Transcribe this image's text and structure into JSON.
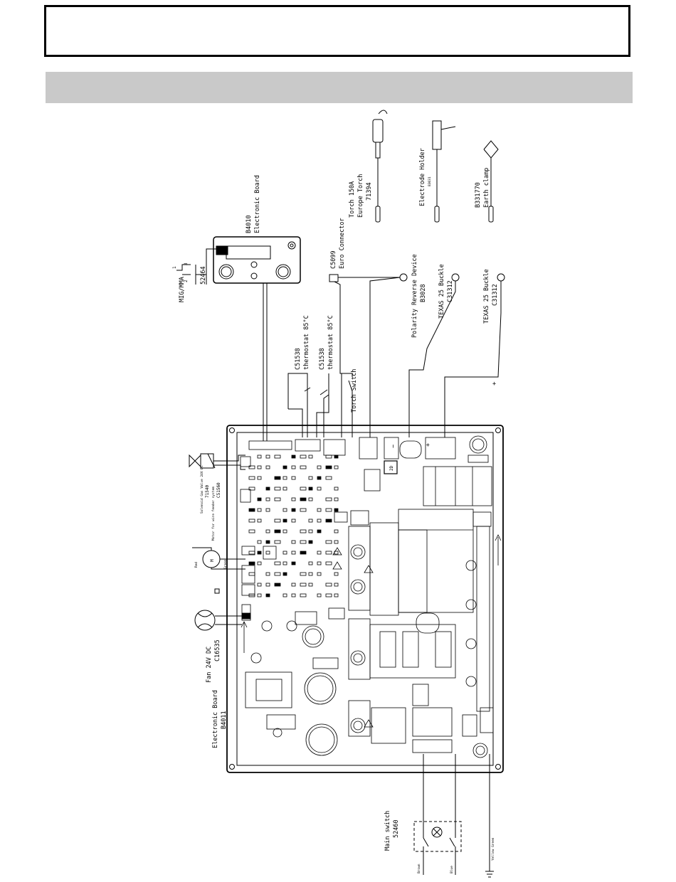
{
  "header": {
    "title": "",
    "section": ""
  },
  "labels": {
    "mig_mma": "MIG/MMA",
    "sw_1": "1",
    "sw_2": "2",
    "sw_3": "3",
    "sw_code": "52464",
    "board_top_code": "B4010",
    "board_top_name": "Electronic Board",
    "euro_code": "C5099",
    "euro_name": "Euro Connector",
    "torch_line1": "Torch 150A",
    "torch_line2": "Europe Torch",
    "torch_code": "71394",
    "electrode_name": "Electrode Holder",
    "electrode_code": "B3031",
    "earth_code": "B331770",
    "earth_name": "Earth clamp",
    "polarity_name": "Polarity Reverse Device",
    "polarity_code": "B3028",
    "texas1_name": "TEXAS 25 Buckle",
    "texas1_code": "C31312",
    "texas2_name": "TEXAS 25 Buckle",
    "texas2_code": "C31312",
    "thermo1_code": "C51538",
    "thermo1_name": "thermostat 85°C",
    "thermo2_code": "C51538",
    "thermo2_name": "thermostat 85°C",
    "torch_switch": "Torch Switch",
    "plus_sign": "+",
    "minus_sign": "−",
    "valve_line1": "Solenoid Gas Valve 24V DC",
    "valve_code": "71540",
    "motor_line1": "Motor for wire feeder system",
    "motor_code": "C51560",
    "wire_red": "Red",
    "wire_green": "Green",
    "fan_name": "Fan 24V DC",
    "fan_code": "C16535",
    "board_main_name": "Electronic Board",
    "board_main_code": "B4011",
    "main_switch_name": "Main switch",
    "main_switch_code": "52460",
    "wire_brown": "Brown",
    "wire_blue": "Blue",
    "wire_yellow_green": "Yellow Green",
    "badge_2d": "2D",
    "motor_symbol": "M"
  }
}
